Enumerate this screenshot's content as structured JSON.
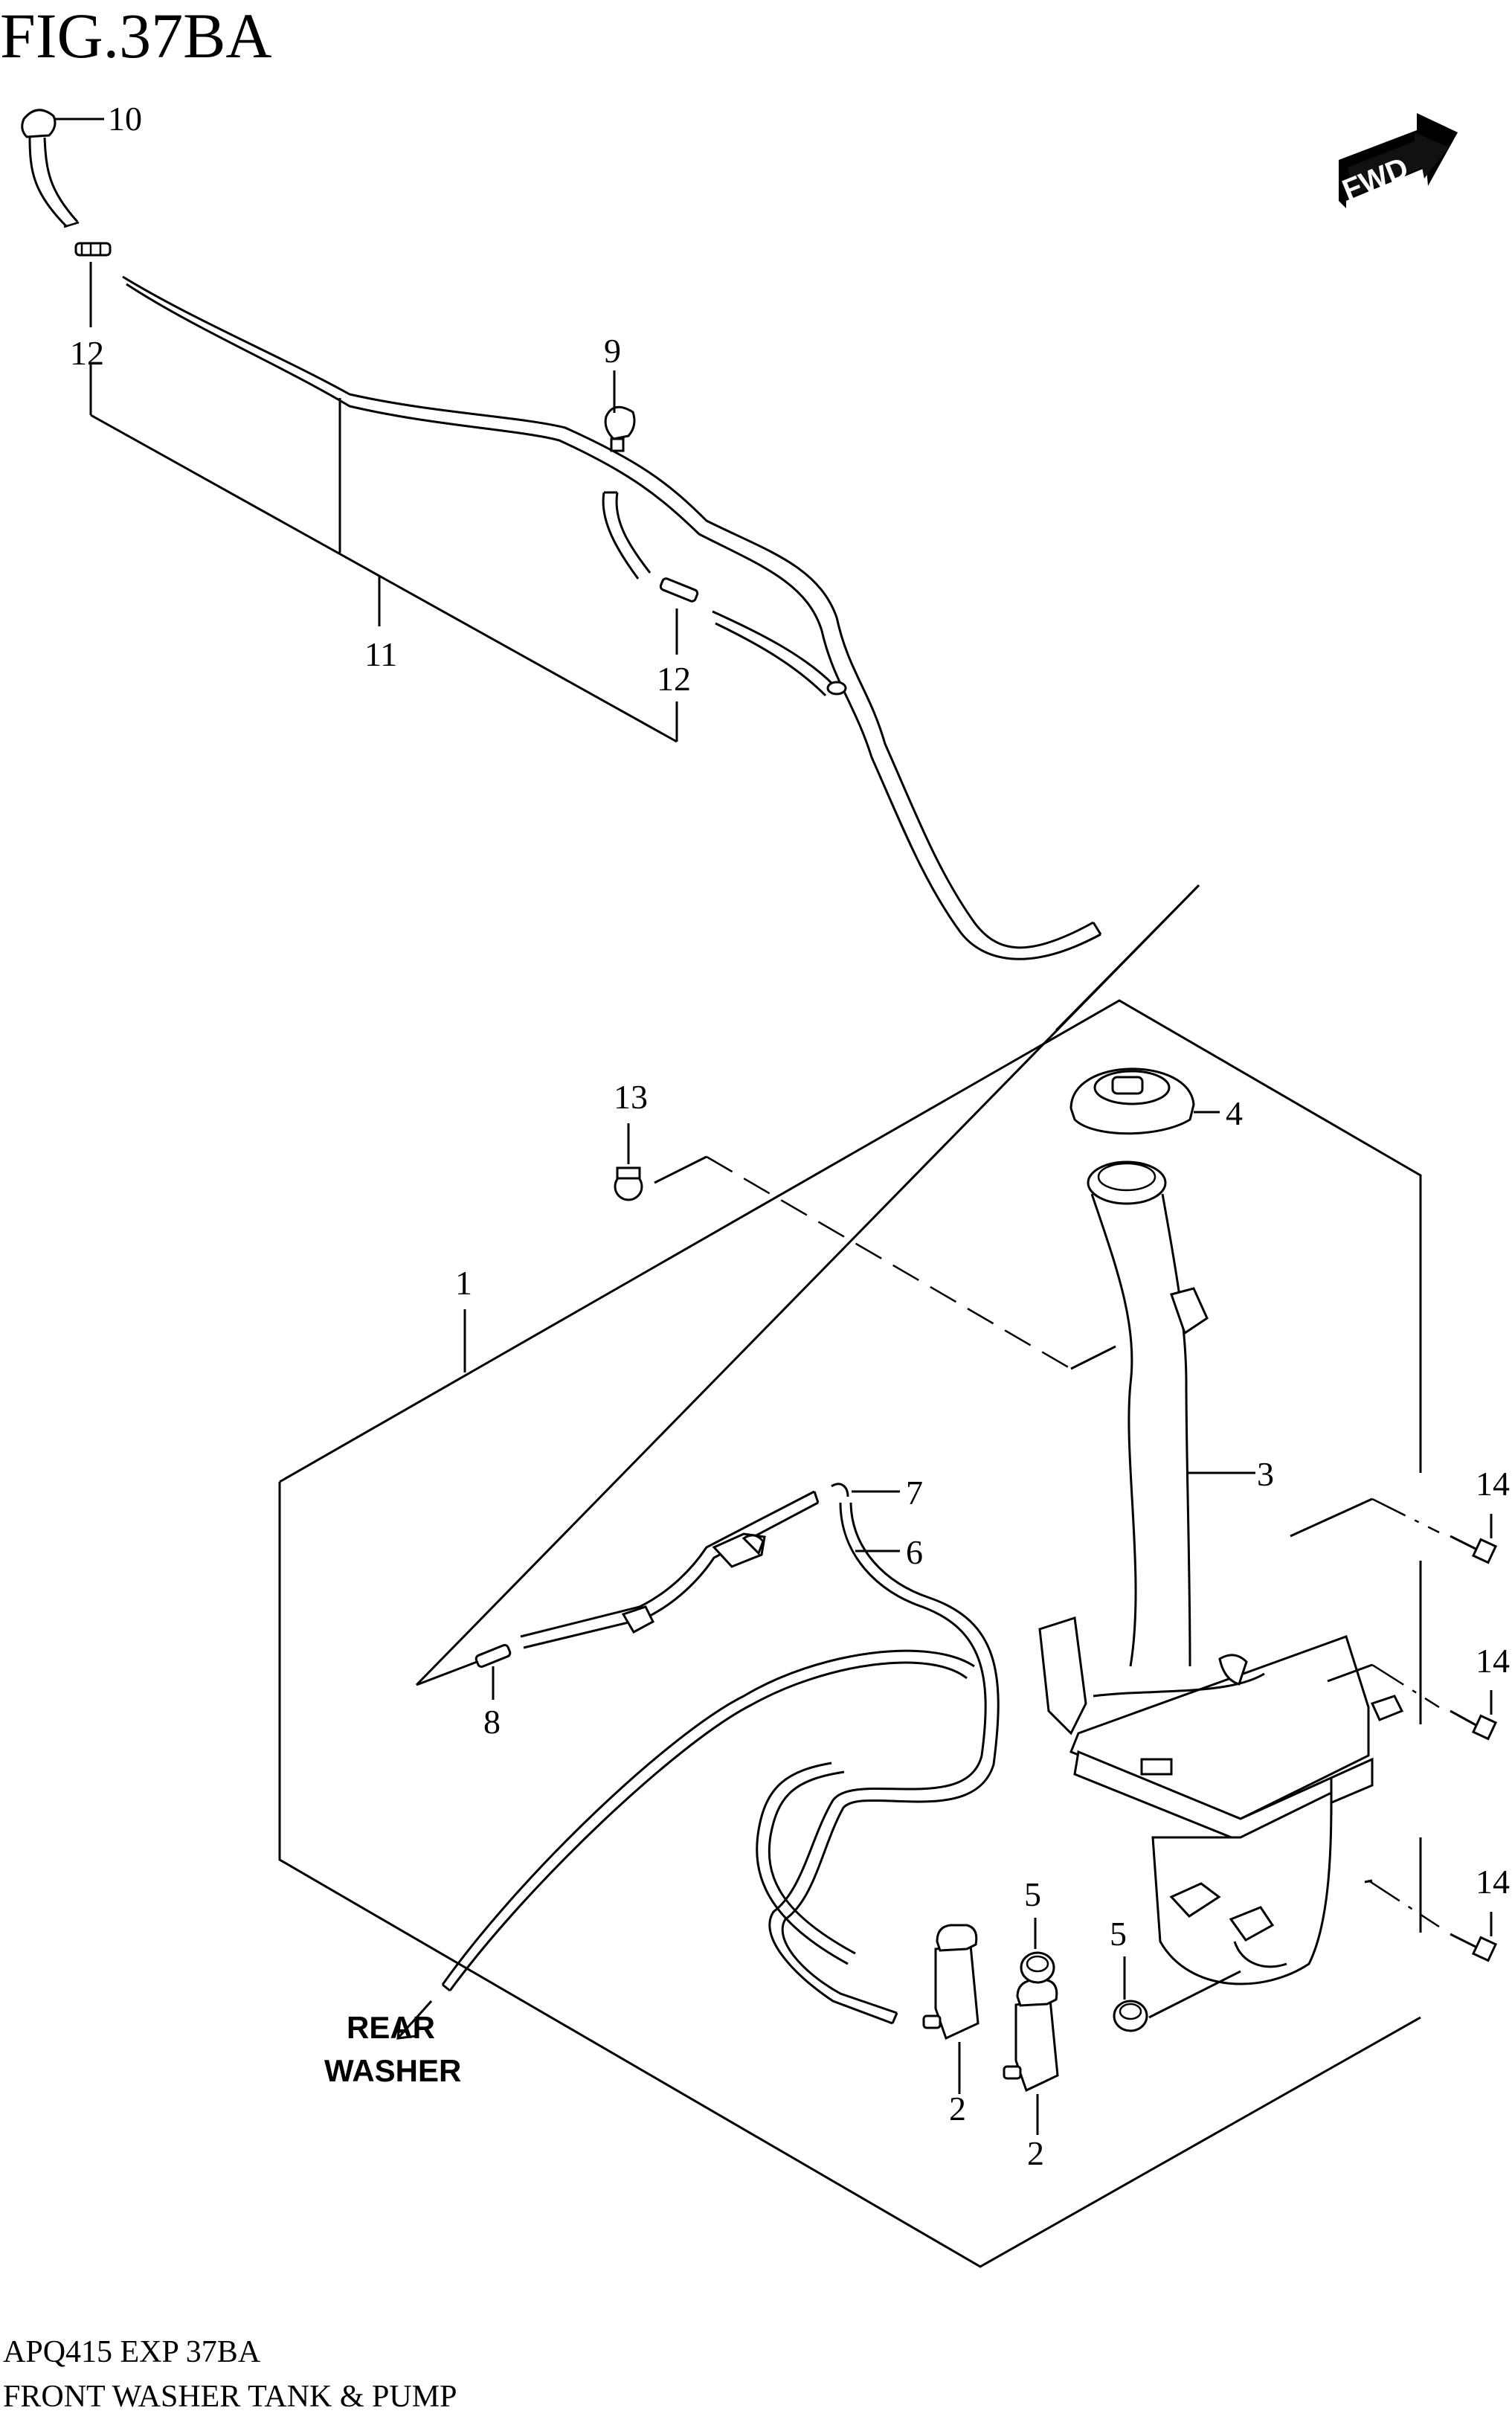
{
  "figure": {
    "title": "FIG.37BA",
    "code": "APQ415 EXP 37BA",
    "name": "FRONT WASHER TANK & PUMP"
  },
  "direction_badge": {
    "label": "FWD",
    "icon": "forward-arrow-icon"
  },
  "rear_washer": {
    "line1": "REAR",
    "line2": "WASHER",
    "icon": "arrow-down-left-icon"
  },
  "callouts": {
    "c1": "1",
    "c2a": "2",
    "c2b": "2",
    "c3": "3",
    "c4": "4",
    "c5a": "5",
    "c5b": "5",
    "c6": "6",
    "c7": "7",
    "c8": "8",
    "c9": "9",
    "c10": "10",
    "c11": "11",
    "c12a": "12",
    "c12b": "12",
    "c13": "13",
    "c14a": "14",
    "c14b": "14",
    "c14c": "14"
  }
}
